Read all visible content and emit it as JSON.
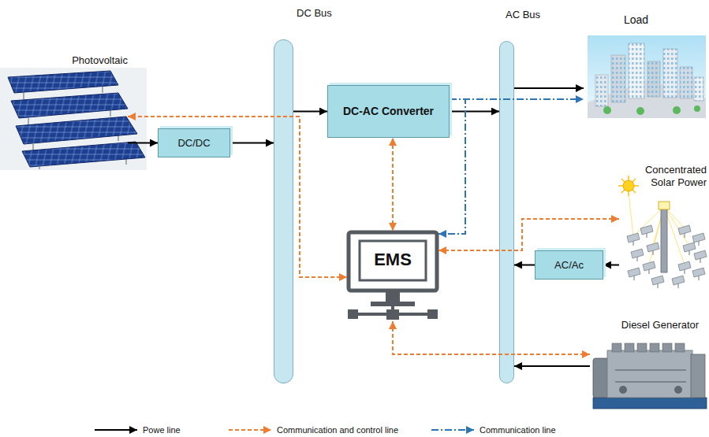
{
  "diagram": {
    "nodes": [
      {
        "text": [
          "Photovoltaic"
        ]
      },
      {
        "text": [
          "DC Bus"
        ]
      },
      {
        "text": [
          "DC/DC"
        ]
      },
      {
        "text": [
          "DC-AC Converter"
        ]
      },
      {
        "text": [
          "AC Bus"
        ]
      },
      {
        "text": [
          "Load"
        ]
      },
      {
        "text": [
          "EMS"
        ]
      },
      {
        "text": [
          "Concentrated Solar Power"
        ]
      },
      {
        "text": [
          "AC/Ac"
        ]
      },
      {
        "text": [
          "Diesel Generator"
        ]
      }
    ],
    "edges": [
      {
        "from": 0,
        "to": 2,
        "arrow": "to"
      },
      {
        "from": 2,
        "to": 1,
        "arrow": "to"
      },
      {
        "from": 1,
        "to": 3,
        "arrow": "to"
      },
      {
        "from": 3,
        "to": 4,
        "arrow": "to"
      },
      {
        "from": 4,
        "to": 5,
        "arrow": "to"
      },
      {
        "from": 7,
        "to": 8,
        "arrow": "to"
      },
      {
        "from": 8,
        "to": 4,
        "arrow": "to"
      },
      {
        "from": 9,
        "to": 4,
        "arrow": "to"
      },
      {
        "from": 6,
        "to": 0,
        "arrow": "both"
      },
      {
        "from": 6,
        "to": 3,
        "arrow": "both"
      },
      {
        "from": 6,
        "to": 7,
        "arrow": "both"
      },
      {
        "from": 6,
        "to": 9,
        "arrow": "both"
      },
      {
        "from": 3,
        "to": 5,
        "arrow": "to"
      },
      {
        "from": 3,
        "to": 6,
        "arrow": "to"
      }
    ],
    "legend": [
      {
        "text": "Powe line"
      },
      {
        "text": "Communication and control line"
      },
      {
        "text": "Communication line"
      }
    ]
  }
}
